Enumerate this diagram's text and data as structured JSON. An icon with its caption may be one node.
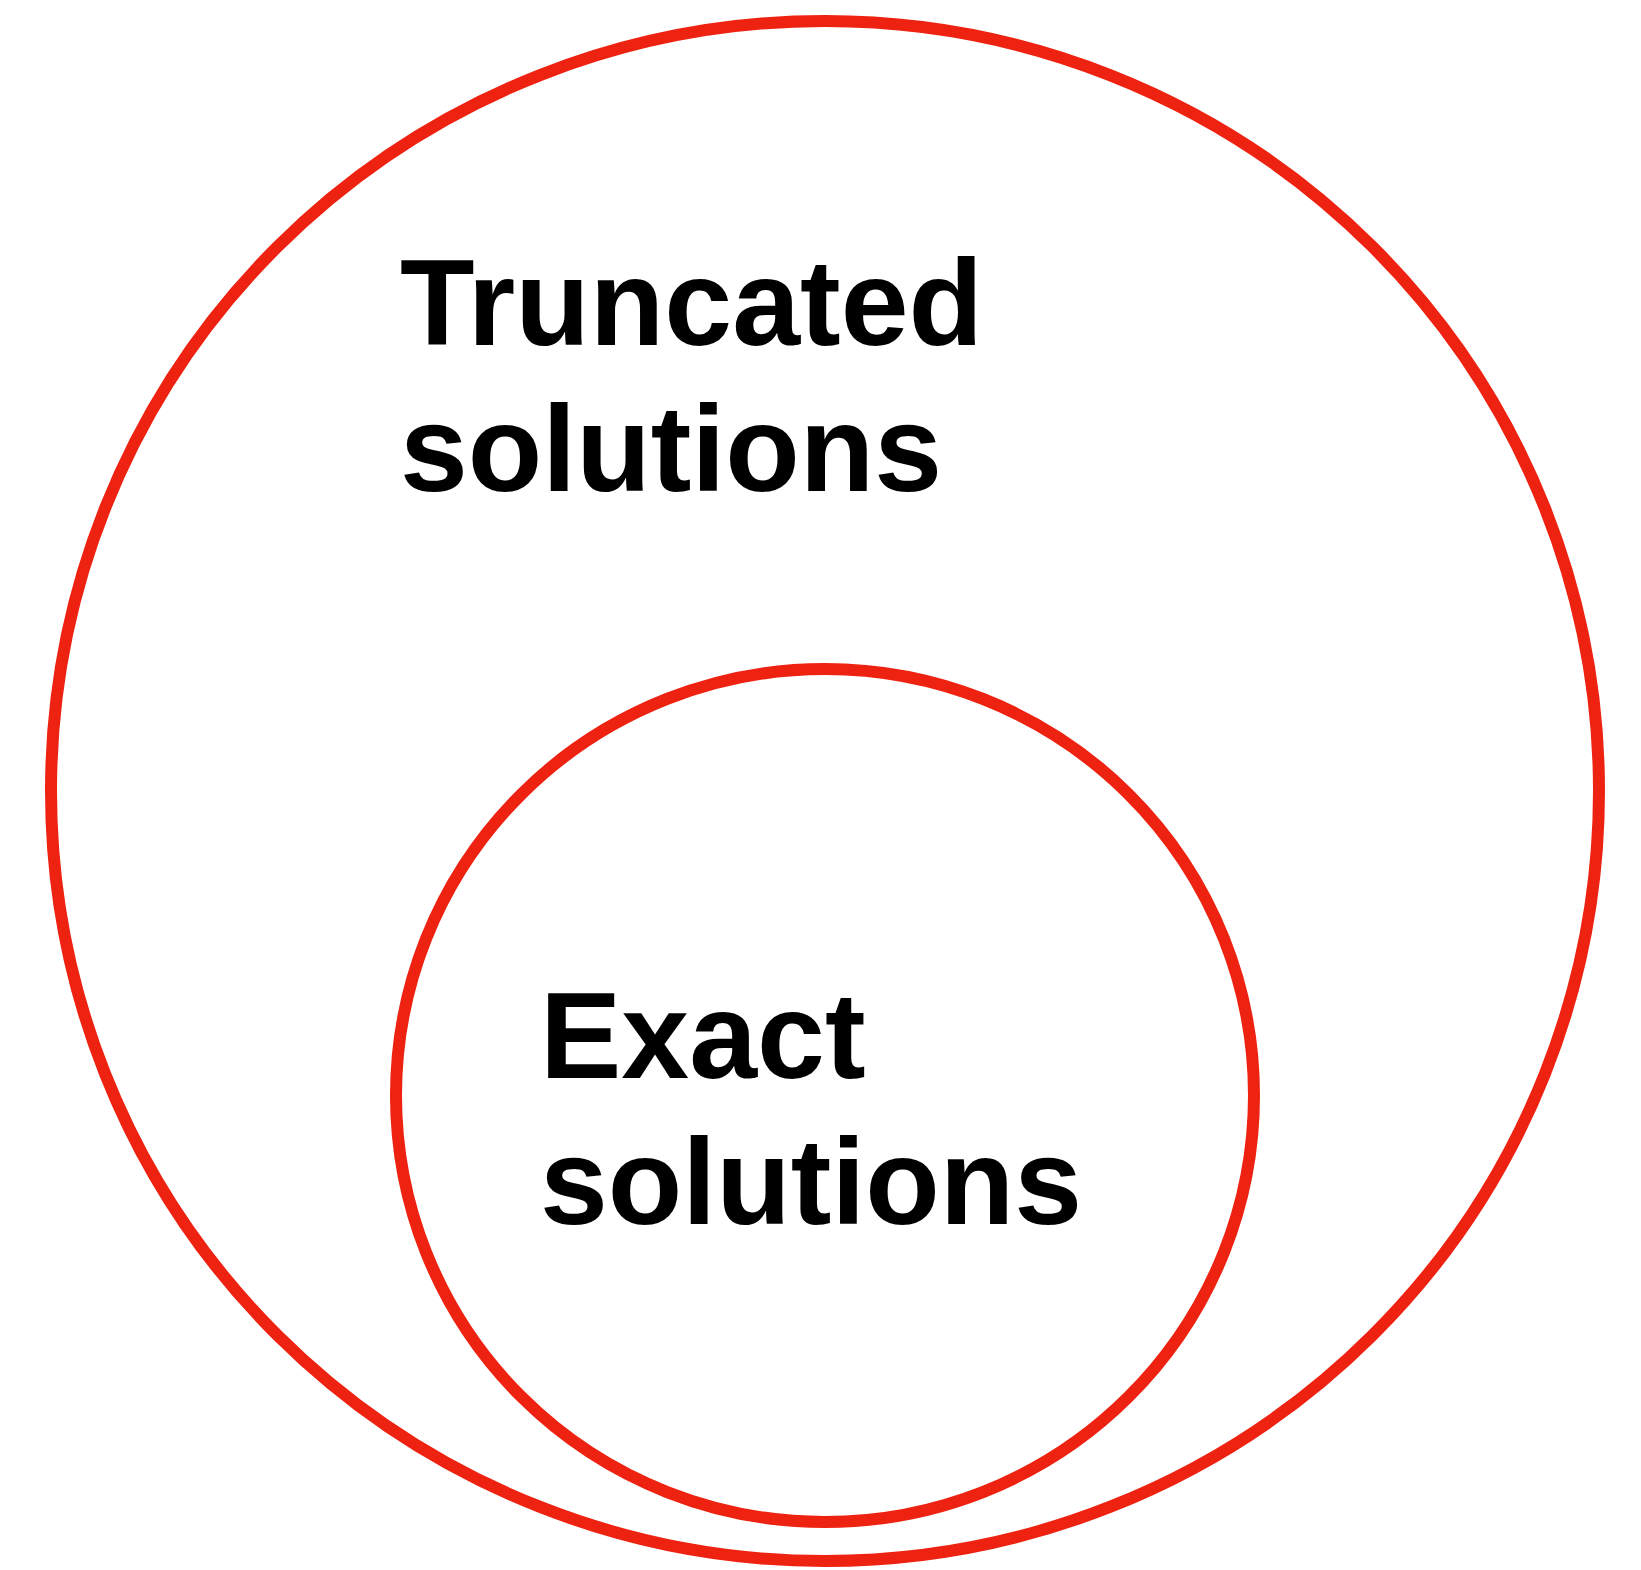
{
  "diagram": {
    "nodes": [
      {
        "text": [
          "Truncated solutions"
        ]
      },
      {
        "text": [
          "Exact solutions"
        ],
        "in": 0
      }
    ]
  }
}
